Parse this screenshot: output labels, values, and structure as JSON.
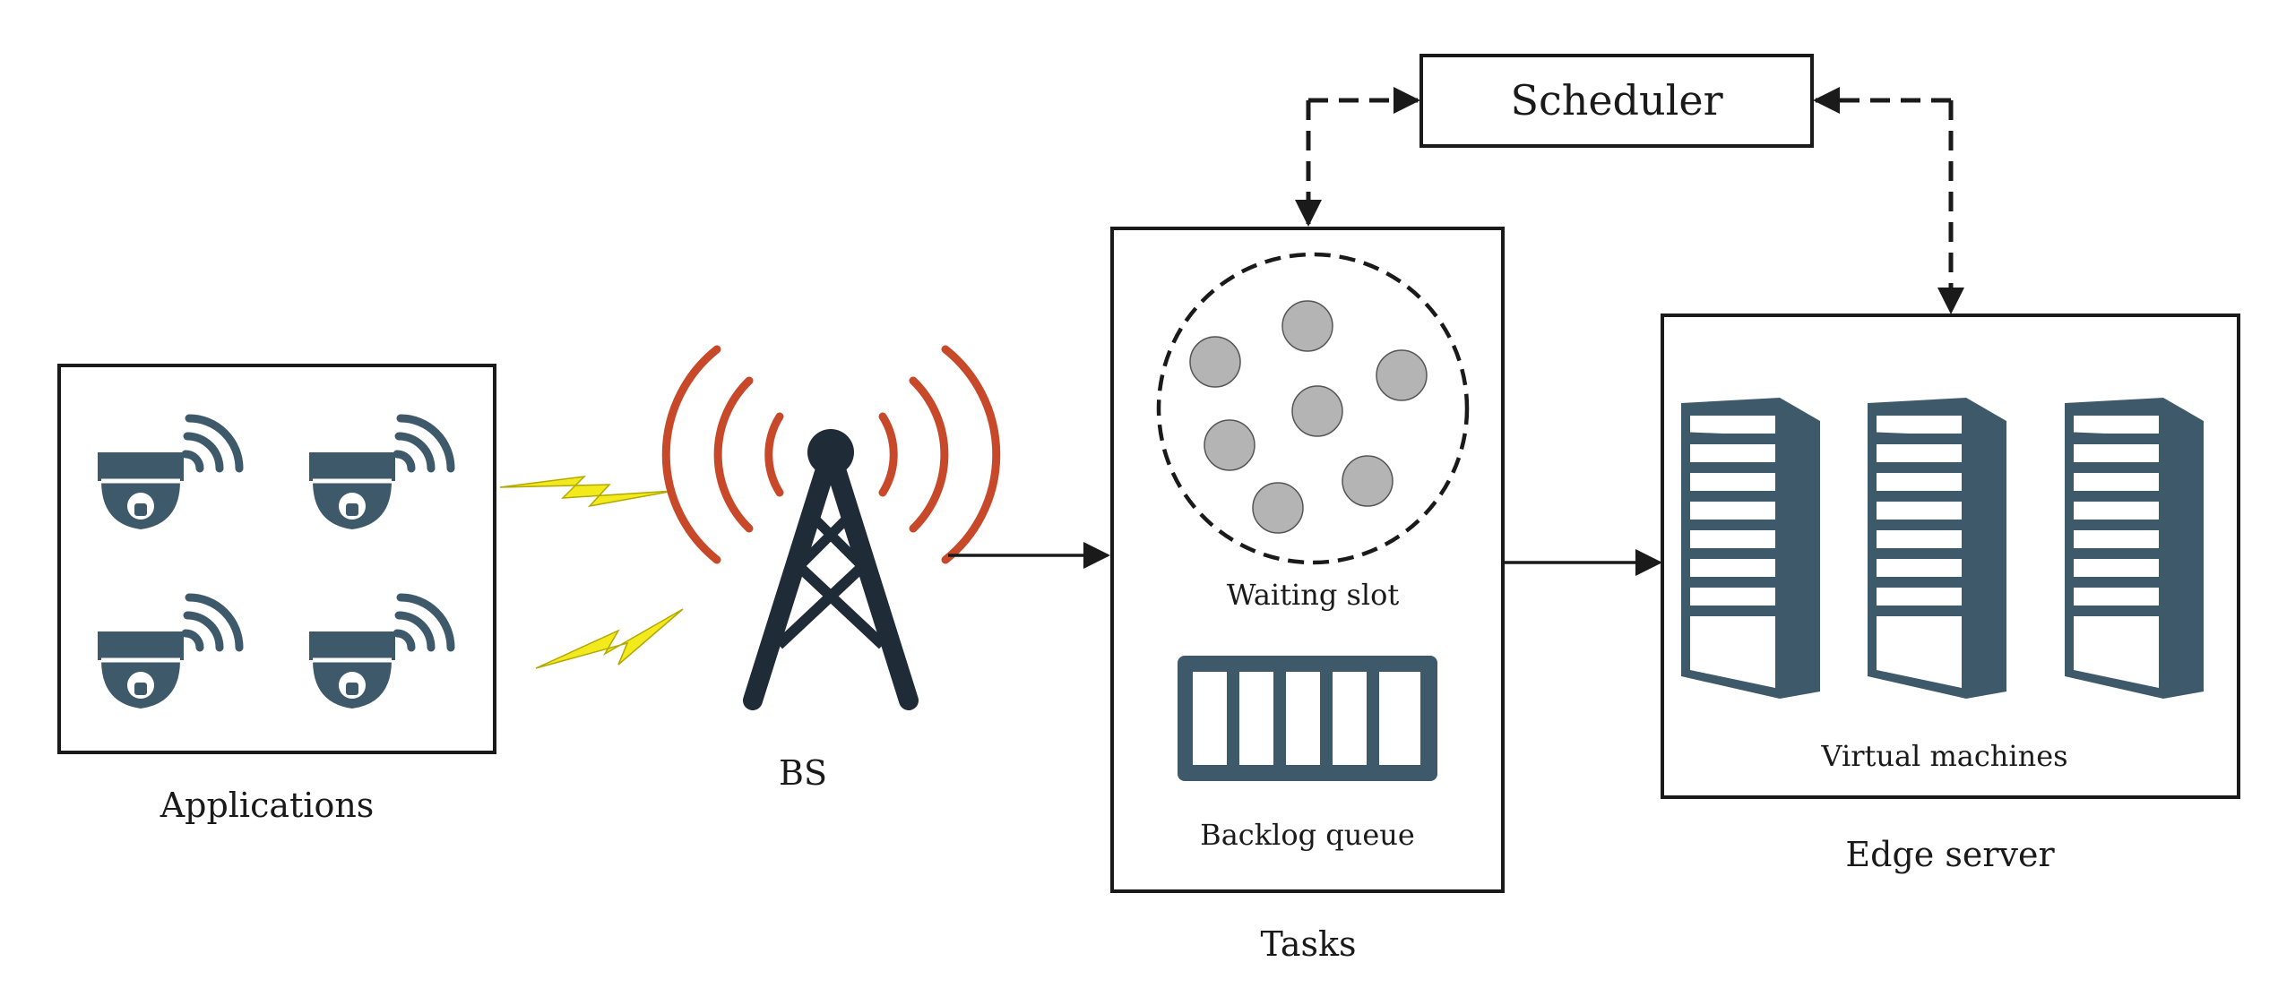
{
  "labels": {
    "scheduler": "Scheduler",
    "applications": "Applications",
    "bs": "BS",
    "waiting_slot": "Waiting slot",
    "backlog_queue": "Backlog queue",
    "tasks": "Tasks",
    "virtual_machines": "Virtual machines",
    "edge_server": "Edge server"
  },
  "colors": {
    "line": "#1a1a1a",
    "device": "#3e5a6a",
    "tower": "#1f2b36",
    "signal": "#c8492a",
    "bolt": "#f2ea1c",
    "slot_ball": "#b4b4b4"
  },
  "icons": {
    "camera": "dome-camera-icon",
    "wifi": "wifi-signal-icon",
    "bolt": "lightning-bolt-icon",
    "tower": "cell-tower-icon",
    "server": "server-rack-icon",
    "queue": "backlog-queue-icon"
  }
}
